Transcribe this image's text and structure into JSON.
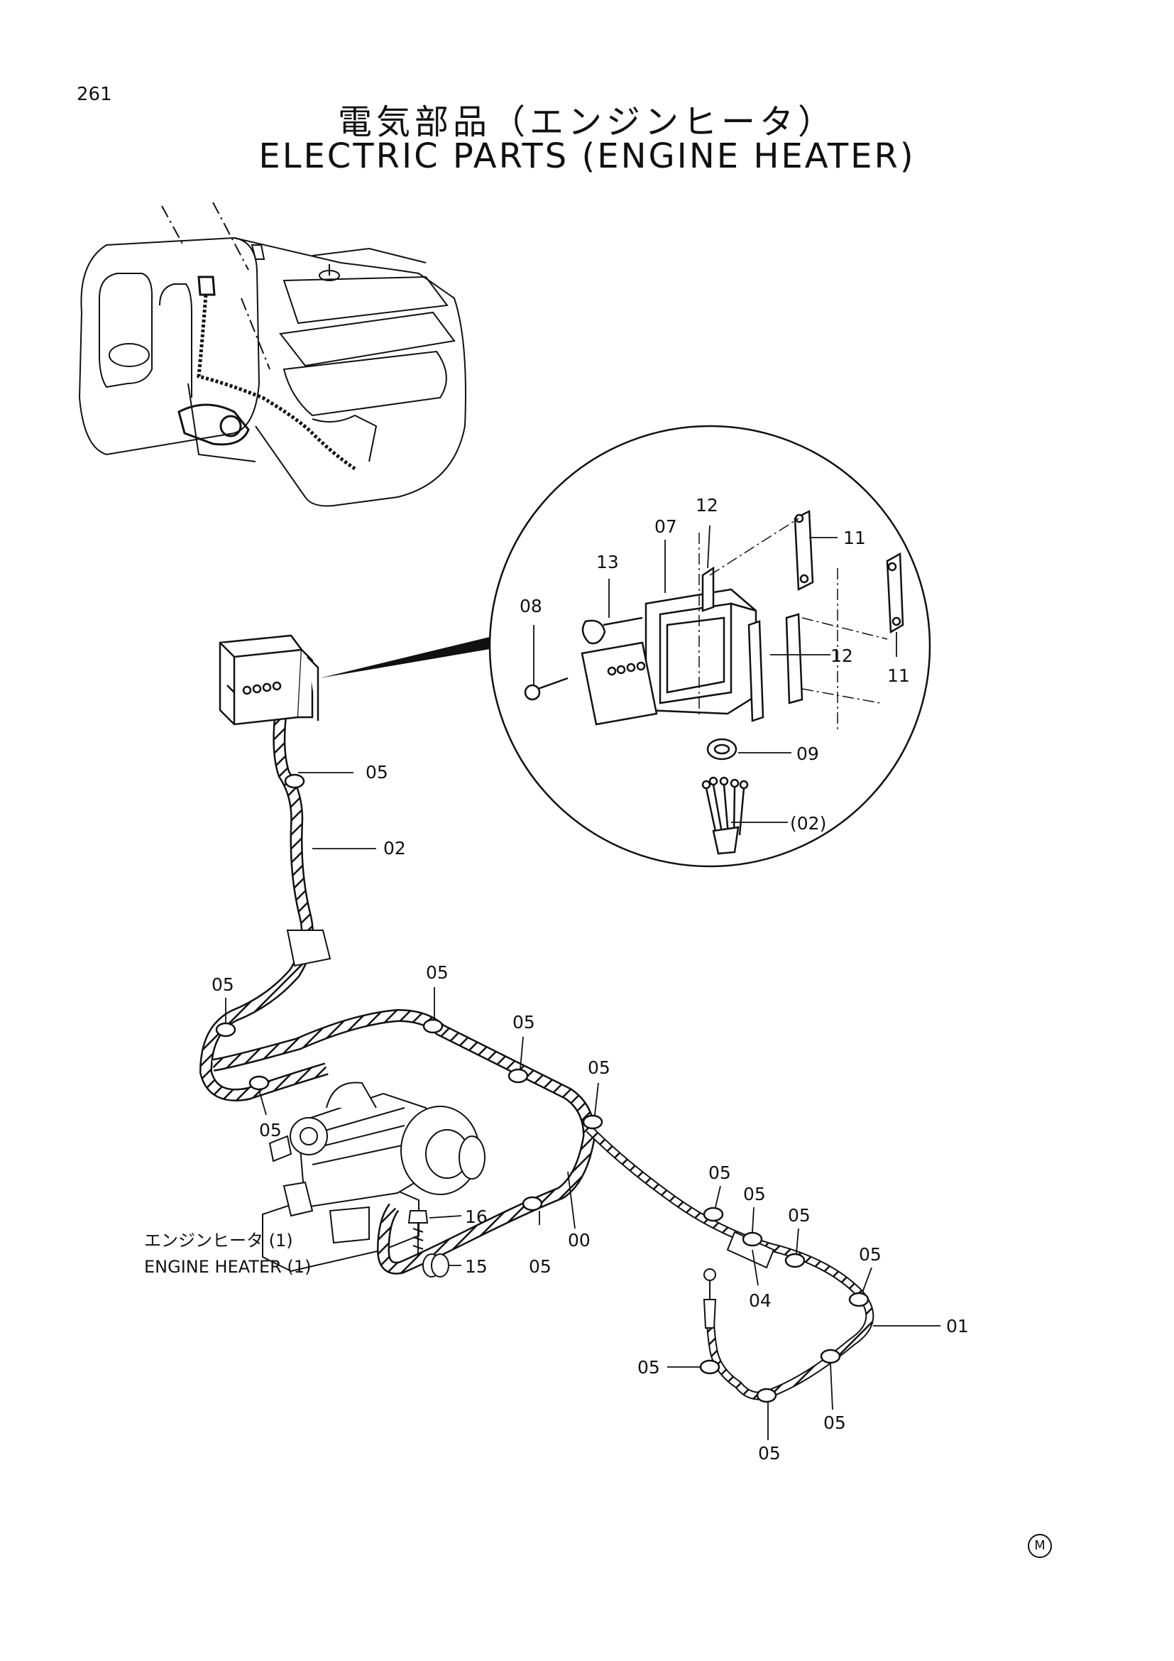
{
  "page": {
    "number": "261"
  },
  "title": {
    "japanese": "電気部品（エンジンヒータ）",
    "english": "ELECTRIC PARTS (ENGINE HEATER)"
  },
  "callouts": {
    "c00": "00",
    "c01": "01",
    "c02": "02",
    "c02p": "(02)",
    "c04": "04",
    "c05": "05",
    "c07": "07",
    "c08": "08",
    "c09": "09",
    "c11": "11",
    "c12": "12",
    "c13": "13",
    "c15": "15",
    "c16": "16"
  },
  "captions": {
    "engine_heater_jp": "エンジンヒータ (1)",
    "engine_heater_en": "ENGINE HEATER (1)"
  },
  "mark": "M"
}
